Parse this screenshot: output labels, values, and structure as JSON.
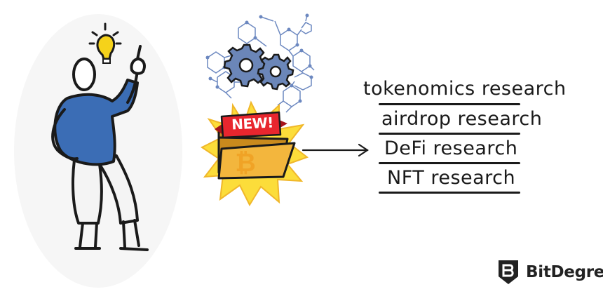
{
  "badge": {
    "label": "NEW!"
  },
  "research_list": {
    "items": [
      "tokenomics research",
      "airdrop research",
      "DeFi research",
      "NFT research"
    ]
  },
  "brand": {
    "name": "BitDegree"
  },
  "colors": {
    "shirt": "#3b6db5",
    "bulb": "#f5d21a",
    "gear": "#6b86b8",
    "folder": "#f3b63d",
    "bitcoin": "#f0a326",
    "badge": "#e8262e",
    "burst": "#fcdd3a",
    "network": "#6c88c0"
  },
  "icons": [
    "lightbulb-icon",
    "gear-icon",
    "folder-icon",
    "bitcoin-icon",
    "arrow-icon",
    "bitdegree-logo-icon"
  ]
}
